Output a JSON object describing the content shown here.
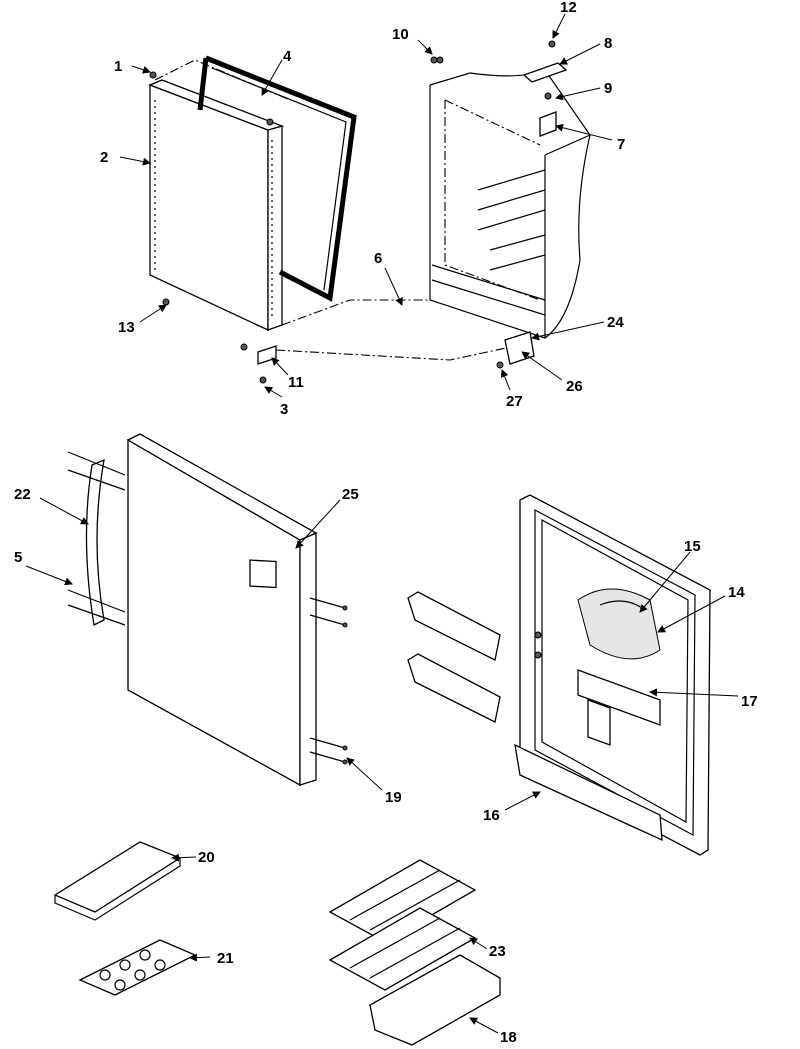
{
  "callouts": [
    "1",
    "2",
    "3",
    "4",
    "5",
    "6",
    "7",
    "8",
    "9",
    "10",
    "11",
    "12",
    "13",
    "14",
    "15",
    "16",
    "17",
    "18",
    "19",
    "20",
    "21",
    "22",
    "23",
    "24",
    "25",
    "26",
    "27"
  ]
}
